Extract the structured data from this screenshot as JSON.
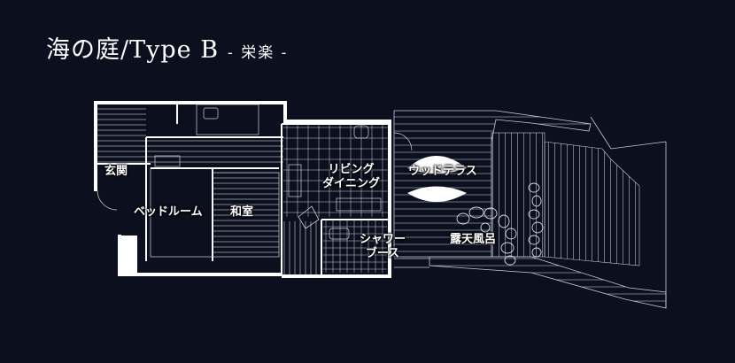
{
  "title": {
    "main": "海の庭/Type B",
    "subtitle": "- 栄楽 -"
  },
  "rooms": {
    "entrance": "玄関",
    "bedroom": "ベッドルーム",
    "washitsu": "和室",
    "living_dining_1": "リビング",
    "living_dining_2": "ダイニング",
    "wood_terrace": "ウッドテラス",
    "shower_booth_1": "シャワー",
    "shower_booth_2": "ブース",
    "rotenburo": "露天風呂"
  },
  "colors": {
    "background": "#0b0f1e",
    "line": "#ffffff"
  }
}
